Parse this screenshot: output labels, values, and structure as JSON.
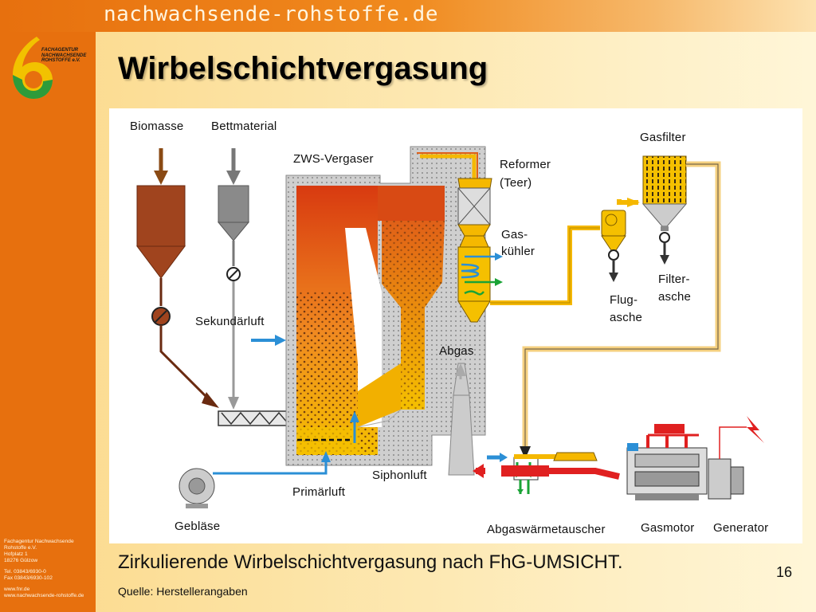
{
  "site_name": "nachwachsende-rohstoffe.de",
  "logo": {
    "lines": [
      "FACHAGENTUR",
      "NACHWACHSENDE",
      "ROHSTOFFE e.V."
    ]
  },
  "sidebar_contact": {
    "org": "Fachagentur Nachwachsende",
    "org2": "Rohstoffe e.V.",
    "street": "Hofplatz 1",
    "city": "18276 Gülzow",
    "tel": "Tel. 03843/6930-0",
    "fax": "Fax 03843/6930-102",
    "web1": "www.fnr.de",
    "web2": "www.nachwachsende-rohstoffe.de"
  },
  "title": "Wirbelschichtvergasung",
  "diagram_labels": {
    "biomasse": "Biomasse",
    "bettmaterial": "Bettmaterial",
    "zws_vergaser": "ZWS-Vergaser",
    "reformer": "Reformer",
    "teer": "(Teer)",
    "gasfilter": "Gasfilter",
    "gas": "Gas-",
    "kuehler": "kühler",
    "filter": "Filter-",
    "filter_asche": "asche",
    "flug": "Flug-",
    "flug_asche": "asche",
    "sekundaerluft": "Sekundärluft",
    "abgas": "Abgas",
    "siphonluft": "Siphonluft",
    "primaerluft": "Primärluft",
    "geblaese": "Gebläse",
    "abgaswaermetauscher": "Abgaswärmetauscher",
    "gasmotor": "Gasmotor",
    "generator": "Generator"
  },
  "caption": "Zirkulierende Wirbelschichtvergasung nach FhG-UMSICHT.",
  "source": "Quelle: Herstellerangaben",
  "page_number": "16",
  "colors": {
    "orange_sidebar": "#e7700e",
    "biomass_brown": "#a0441e",
    "gas_yellow": "#f5b800",
    "hot_red": "#d83a10",
    "air_blue": "#2b8fd6",
    "cooling_green": "#1aa336"
  }
}
